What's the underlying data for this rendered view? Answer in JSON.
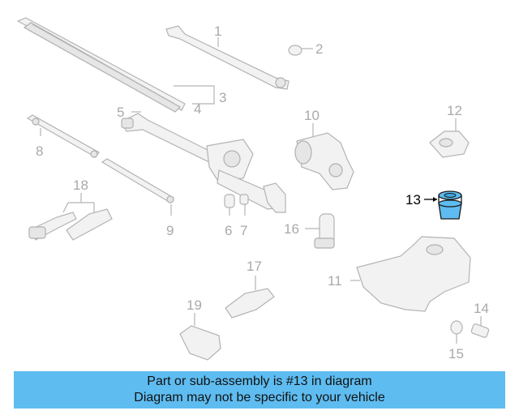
{
  "diagram": {
    "callouts": [
      {
        "id": "1",
        "label": "1"
      },
      {
        "id": "2",
        "label": "2"
      },
      {
        "id": "3",
        "label": "3"
      },
      {
        "id": "4",
        "label": "4"
      },
      {
        "id": "5",
        "label": "5"
      },
      {
        "id": "6",
        "label": "6"
      },
      {
        "id": "7",
        "label": "7"
      },
      {
        "id": "8",
        "label": "8"
      },
      {
        "id": "9",
        "label": "9"
      },
      {
        "id": "10",
        "label": "10"
      },
      {
        "id": "11",
        "label": "11"
      },
      {
        "id": "12",
        "label": "12"
      },
      {
        "id": "13",
        "label": "13"
      },
      {
        "id": "14",
        "label": "14"
      },
      {
        "id": "15",
        "label": "15"
      },
      {
        "id": "16",
        "label": "16"
      },
      {
        "id": "17",
        "label": "17"
      },
      {
        "id": "18",
        "label": "18"
      },
      {
        "id": "19",
        "label": "19"
      }
    ],
    "highlighted_part": "13",
    "highlight_color": "#5ebcf0"
  },
  "banner": {
    "line1": "Part or sub-assembly is #13 in diagram",
    "line2": "Diagram may not be specific to your vehicle",
    "background": "#5ebcf0"
  }
}
